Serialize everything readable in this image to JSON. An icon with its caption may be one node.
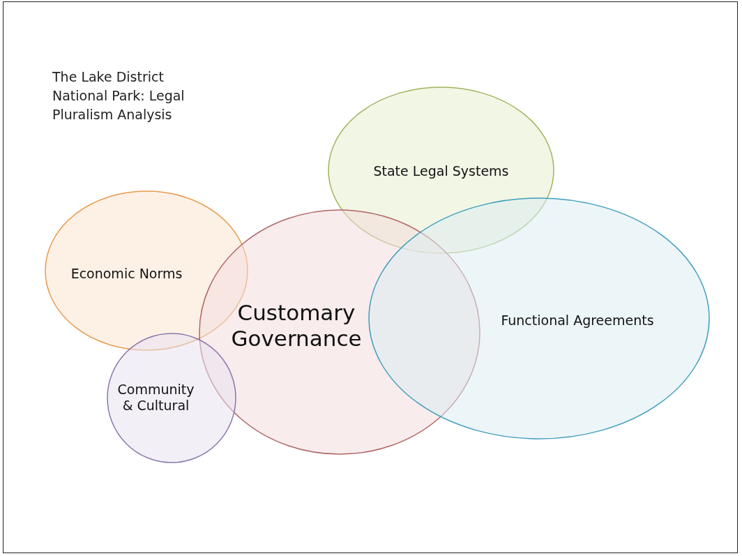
{
  "diagram": {
    "title": "The Lake District National Park: Legal Pluralism Analysis",
    "nodes": [
      {
        "text": [
          "State Legal Systems"
        ]
      },
      {
        "text": [
          "Economic Norms"
        ]
      },
      {
        "text": [
          "Customary Governance"
        ]
      },
      {
        "text": [
          "Functional Agreements"
        ]
      },
      {
        "text": [
          "Community & Cultural"
        ]
      }
    ]
  }
}
